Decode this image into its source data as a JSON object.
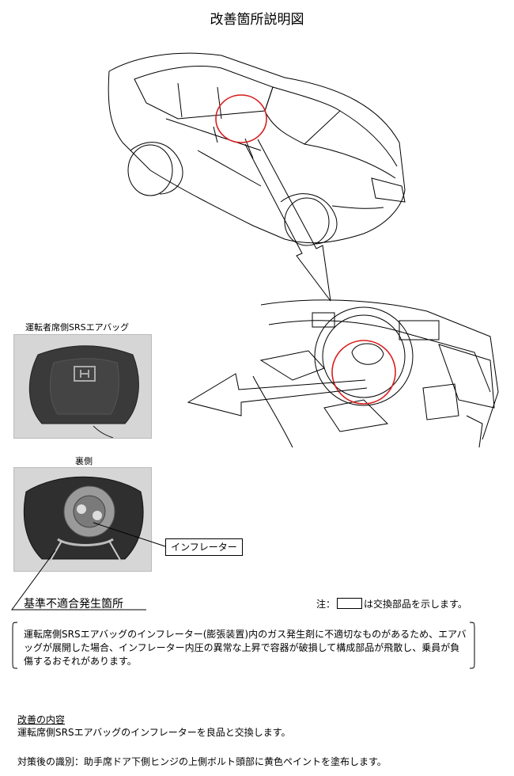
{
  "title": "改善箇所説明図",
  "front_label": "運転者席側SRSエアバッグ",
  "back_label": "裏側",
  "inflator_label": "インフレーター",
  "nonconformity_label": "基準不適合発生箇所",
  "note": {
    "prefix": "注：",
    "suffix": "は交換部品を示します。"
  },
  "description": "運転席側SRSエアバッグのインフレーター(膨張装置)内のガス発生剤に不適切なものがあるため、エアバッグが展開した場合、インフレーター内圧の異常な上昇で容器が破損して構成部品が飛散し、乗員が負傷するおそれがあります。",
  "improvement": {
    "heading": "改善の内容",
    "text": "運転席側SRSエアバッグのインフレーターを良品と交換します。"
  },
  "identification": "対策後の識別：助手席ドア下側ヒンジの上側ボルト頭部に黄色ペイントを塗布します。",
  "colors": {
    "highlight_circle": "#d81e1e"
  }
}
